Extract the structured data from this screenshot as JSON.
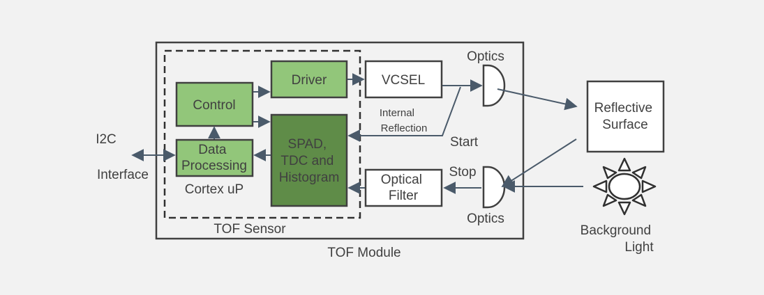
{
  "module": {
    "label": "TOF Module"
  },
  "sensor": {
    "label": "TOF Sensor"
  },
  "cortex": {
    "label": "Cortex uP"
  },
  "interface": {
    "line1": "I2C",
    "line2": "Interface"
  },
  "blocks": {
    "driver": "Driver",
    "control": "Control",
    "data_processing": [
      "Data",
      "Processing"
    ],
    "spad": [
      "SPAD,",
      "TDC and",
      "Histogram"
    ],
    "vcsel": "VCSEL",
    "optical_filter": [
      "Optical",
      "Filter"
    ],
    "reflective_surface": [
      "Reflective",
      "Surface"
    ]
  },
  "labels": {
    "internal_reflection": [
      "Internal",
      "Reflection"
    ],
    "start": "Start",
    "stop": "Stop",
    "optics_top": "Optics",
    "optics_bottom": "Optics",
    "background_light": [
      "Background",
      "Light"
    ]
  },
  "colors": {
    "light_green": "#92c67a",
    "dark_green": "#5f8c48",
    "outline": "#404040",
    "arrow": "#4a5a6a",
    "background": "#f2f2f2"
  }
}
